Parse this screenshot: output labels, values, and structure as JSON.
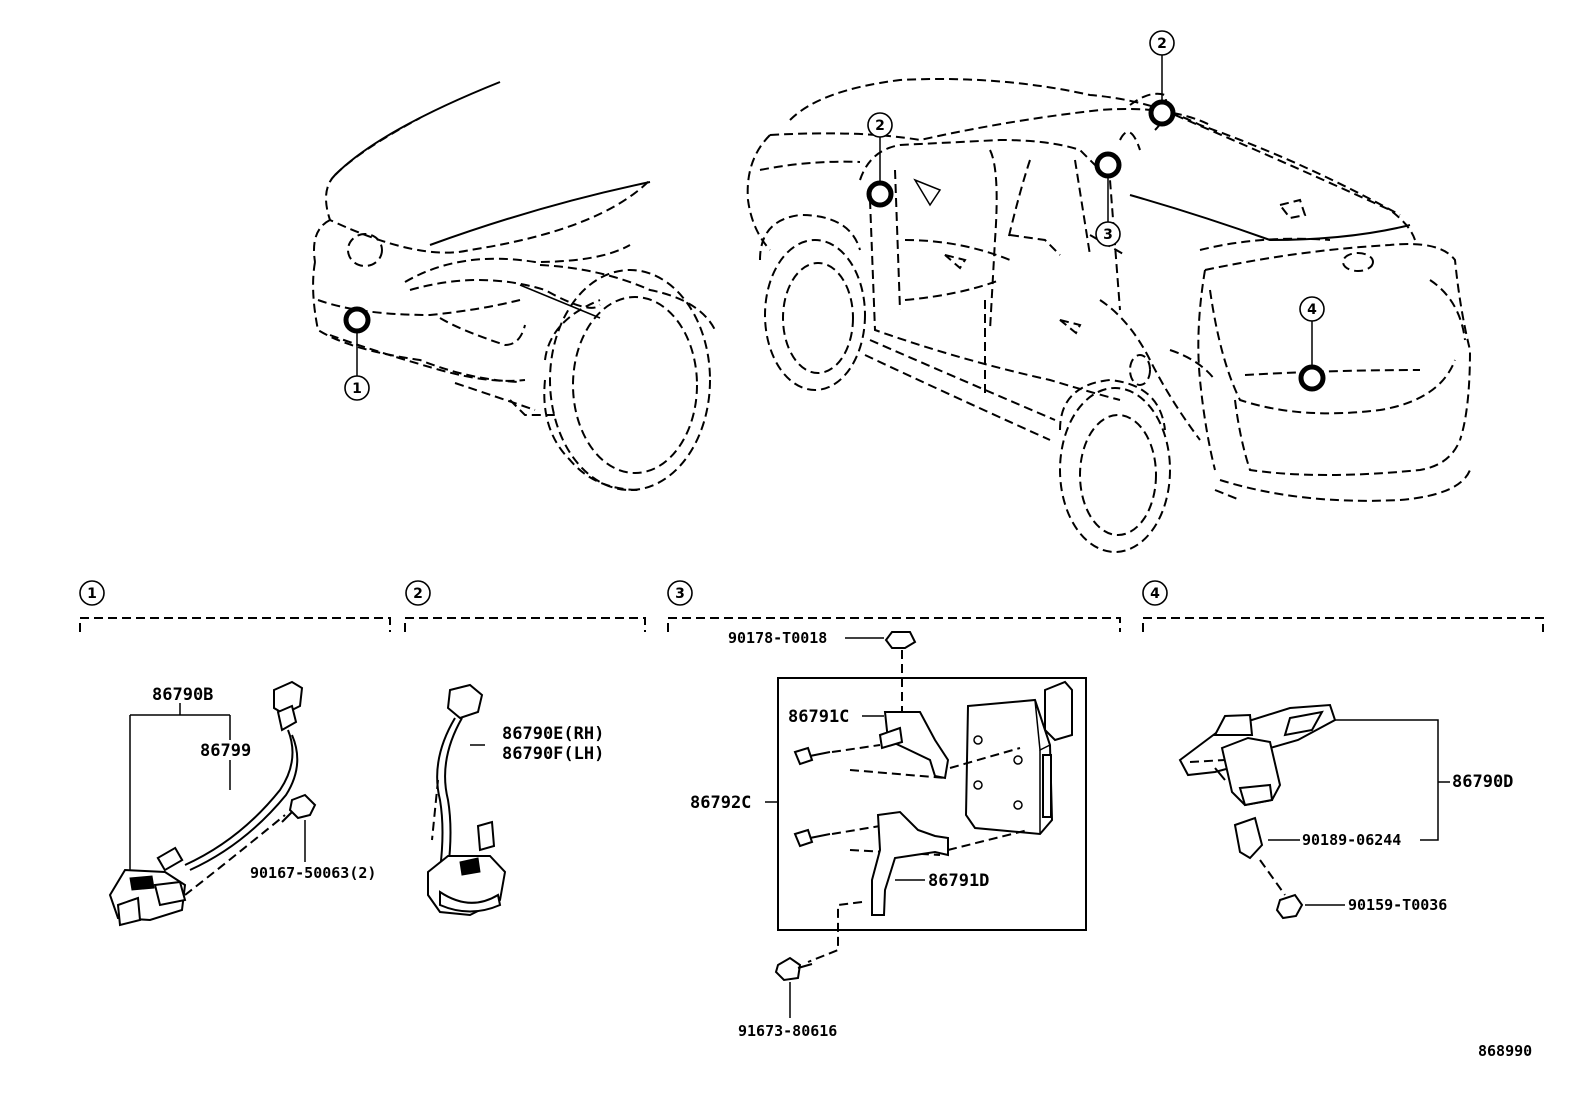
{
  "callouts": {
    "c1": "1",
    "c2": "2",
    "c3": "3",
    "c4": "4"
  },
  "parts": {
    "p86790B": "86790B",
    "p86799": "86799",
    "p90167": "90167-50063(2)",
    "p86790E": "86790E(RH)",
    "p86790F": "86790F(LH)",
    "p90178": "90178-T0018",
    "p86791C": "86791C",
    "p86792C": "86792C",
    "p86791D": "86791D",
    "p91673": "91673-80616",
    "p86790D": "86790D",
    "p90189": "90189-06244",
    "p90159": "90159-T0036"
  },
  "figure_id": "868990"
}
